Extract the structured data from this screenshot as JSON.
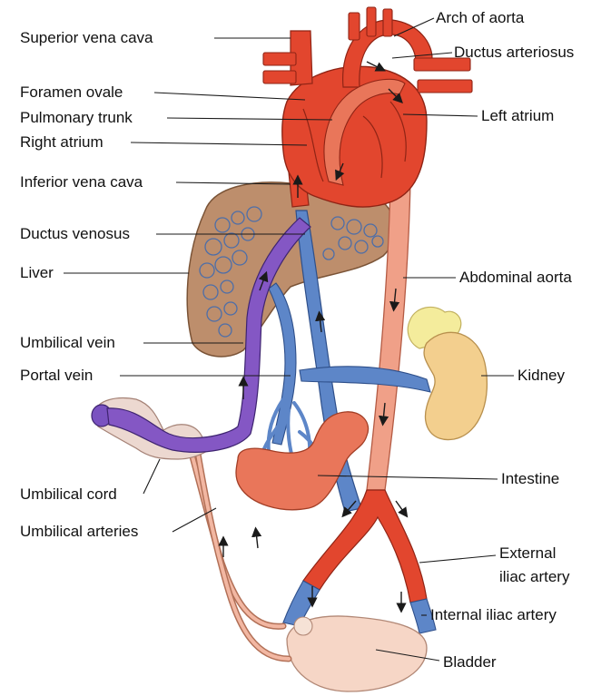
{
  "labels": {
    "superior_vena_cava": "Superior vena cava",
    "arch_of_aorta": "Arch of aorta",
    "ductus_arteriosus": "Ductus arteriosus",
    "foramen_ovale": "Foramen ovale",
    "pulmonary_trunk": "Pulmonary trunk",
    "left_atrium": "Left atrium",
    "right_atrium": "Right atrium",
    "inferior_vena_cava": "Inferior vena cava",
    "ductus_venosus": "Ductus venosus",
    "liver": "Liver",
    "abdominal_aorta": "Abdominal aorta",
    "umbilical_vein": "Umbilical vein",
    "portal_vein": "Portal vein",
    "kidney": "Kidney",
    "intestine": "Intestine",
    "umbilical_cord": "Umbilical cord",
    "umbilical_arteries": "Umbilical arteries",
    "external_iliac_line1": "External",
    "external_iliac_line2": "iliac artery",
    "internal_iliac_artery": "Internal iliac artery",
    "bladder": "Bladder"
  },
  "colors": {
    "arterial_red": "#e2462e",
    "light_artery": "#f0a088",
    "vein_blue": "#5d86c8",
    "umbilical_purple": "#8457c4",
    "liver_brown": "#bd8e6c",
    "kidney_tan": "#f3cf8e",
    "adrenal_yellow": "#f4ec9c",
    "bladder_pink": "#f6d6c6",
    "label_text": "#111111"
  }
}
